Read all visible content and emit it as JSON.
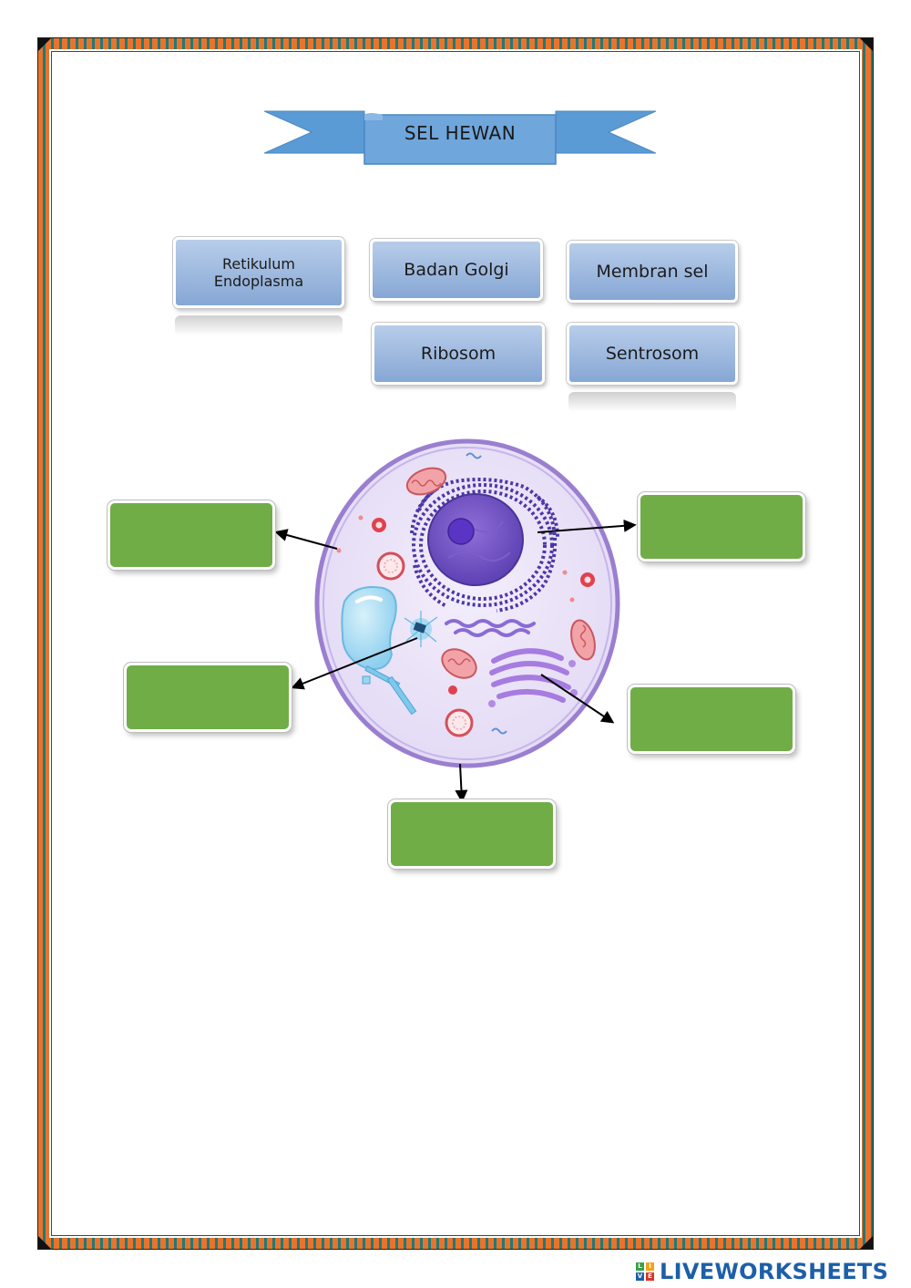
{
  "title": "SEL HEWAN",
  "word_bank": [
    {
      "label": "Retikulum Endoplasma"
    },
    {
      "label": "Badan Golgi"
    },
    {
      "label": "Membran sel"
    },
    {
      "label": "Ribosom"
    },
    {
      "label": "Sentrosom"
    }
  ],
  "footer": {
    "brand": "LIVEWORKSHEETS",
    "mark_letters": [
      "L",
      "I",
      "V",
      "E"
    ],
    "mark_colors": [
      "#3aa14a",
      "#f3a21b",
      "#1d5fa8",
      "#d8352a"
    ]
  },
  "colors": {
    "banner": "#5b9bd5",
    "word_box": "#9ab6df",
    "answer_box": "#70ad47",
    "cell_membrane": "#9a7fd0",
    "nucleus": "#6e4fc1"
  }
}
